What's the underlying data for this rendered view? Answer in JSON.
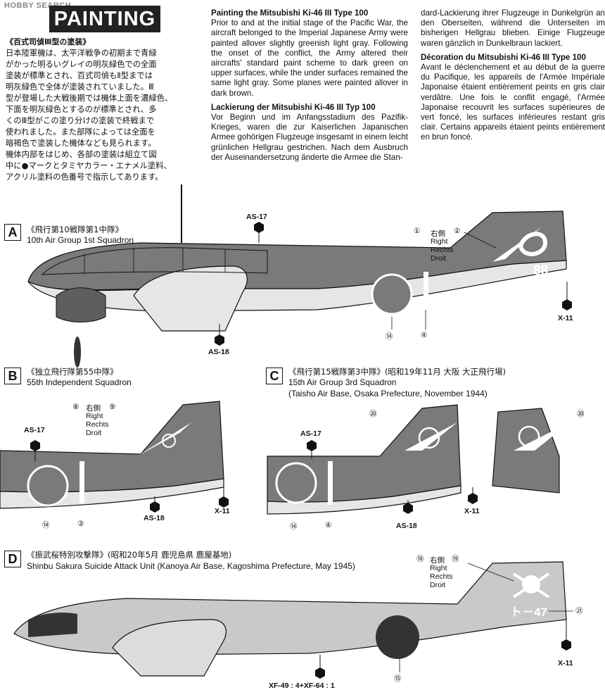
{
  "watermark": "HOBBY SEARCH",
  "title": "PAINTING",
  "japanese": {
    "heading": "《百式司偵Ⅲ型の塗装》",
    "lines": [
      "日本陸軍機は、太平洋戦争の初期まで青緑",
      "がかった明るいグレイの明灰緑色での全面",
      "塗装が標準とされ、百式司偵もⅡ型までは",
      "明灰緑色で全体が塗装されていました。Ⅲ",
      "型が登場した大戦後期では機体上面を濃緑色、",
      "下面を明灰緑色とするのが標準とされ、多",
      "くのⅢ型がこの塗り分けの塗装で終戦まで",
      "使われました。また部隊によっては全面を",
      "暗褐色で塗装した機体なども見られます。",
      "機体内部をはじめ、各部の塗装は組立て図",
      "中に●マークとタミヤカラー・エナメル塗料、",
      "アクリル塗料の色番号で指示してあります。"
    ]
  },
  "english": {
    "heading": "Painting the Mitsubishi Ki-46 III Type 100",
    "body": "Prior to and at the initial stage of the Pacific War, the aircraft belonged to the Imperial Japanese Army were painted allover slightly greenish light gray. Following the onset of the conflict, the Army altered their aircrafts' standard paint scheme to dark green on upper surfaces, while the under surfaces remained the same light gray. Some planes were painted allover in dark brown."
  },
  "german": {
    "heading": "Lackierung der Mitsubishi Ki-46 III Typ 100",
    "body1": "Vor Beginn und im Anfangsstadium des Pazifik-Krieges, waren die zur Kaiserlichen Japanischen Armee gohörigen Flugzeuge insgesamt in einem leicht grünlichen Hellgrau gestrichen. Nach dem Ausbruch der Auseinandersetzung änderte die Armee die Stan-",
    "body2": "dard-Lackierung ihrer Flugzeuge in Dunkelgrün an den Oberseiten, während die Unterseiten im bisherigen Hellgrau blieben. Einige Flugzeuge waren gänzlich in Dunkelbraun lackiert."
  },
  "french": {
    "heading": "Décoration du Mitsubishi Ki-46 III Type 100",
    "body": "Avant le déclenchement et au début de la guerre du Pacifique, les appareils de l'Armée Impériale Japonaise étaient entièrement peints en gris clair verdâtre. Une fois le conflit engagé, l'Armée Japonaise recouvrit les surfaces supérieures de vert foncé, les surfaces inférieures restant gris clair. Certains appareils étaient peints entièrement en brun foncé."
  },
  "sections": {
    "a": {
      "letter": "A",
      "jp": "《飛行第10戦隊第1中隊》",
      "en": "10th Air Group 1st Squadron"
    },
    "b": {
      "letter": "B",
      "jp": "《独立飛行隊第55中隊》",
      "en": "55th Independent Squadron"
    },
    "c": {
      "letter": "C",
      "jp": "《飛行第15戦隊第3中隊》(昭和19年11月 大阪 大正飛行場)",
      "en": "15th Air Group 3rd Squadron",
      "en2": "(Taisho Air Base, Osaka Prefecture, November 1944)"
    },
    "d": {
      "letter": "D",
      "jp": "《振武桜特別攻撃隊》(昭和20年5月 鹿児島県 鹿屋基地)",
      "en": "Shinbu Sakura Suicide Attack Unit (Kanoya Air Base, Kagoshima Prefecture, May 1945)"
    }
  },
  "side_labels": {
    "jp": "右側",
    "en": "Right",
    "de": "Rechts",
    "fr": "Droit"
  },
  "paints": {
    "as17": "AS-17",
    "as18": "AS-18",
    "x11": "X-11",
    "xf": "XF-49 : 4+XF-64 : 1"
  },
  "decals": {
    "n1": "①",
    "n2": "②",
    "n3": "③",
    "n4": "④",
    "n8": "⑧",
    "n9": "⑨",
    "n14": "⑭",
    "n15": "⑮",
    "n18": "⑱",
    "n19": "⑲",
    "n20": "⑳",
    "n21": "㉑"
  },
  "tail_codes": {
    "a": "88",
    "d": "ト－47"
  },
  "colors": {
    "dark_green": "#7a7a7a",
    "light_gray": "#e6e6e6",
    "underside_d": "#c9c9c9",
    "ink": "#111111"
  }
}
